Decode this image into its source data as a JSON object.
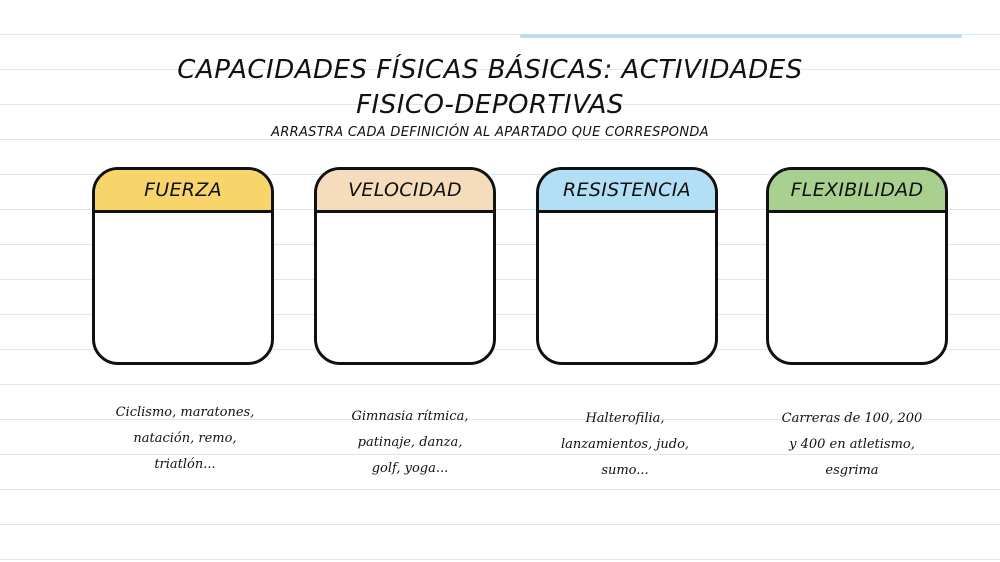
{
  "title_line1": "CAPACIDADES FÍSICAS BÁSICAS: ACTIVIDADES",
  "title_line2": "FISICO-DEPORTIVAS",
  "subtitle": "ARRASTRA CADA DEFINICIÓN AL APARTADO QUE CORRESPONDA",
  "categories": [
    {
      "label": "FUERZA",
      "color": "#f7d56b"
    },
    {
      "label": "VELOCIDAD",
      "color": "#f4dcbd"
    },
    {
      "label": "RESISTENCIA",
      "color": "#b3dff6"
    },
    {
      "label": "FLEXIBILIDAD",
      "color": "#a9d08e"
    }
  ],
  "items": [
    {
      "lines": [
        "Ciclismo, maratones,",
        "natación, remo,",
        "triatlón..."
      ]
    },
    {
      "lines": [
        "Gimnasia rítmica,",
        "patinaje, danza,",
        "golf, yoga..."
      ]
    },
    {
      "lines": [
        "Halterofilia,",
        "lanzamientos, judo,",
        "sumo..."
      ]
    },
    {
      "lines": [
        "Carreras de 100, 200",
        "y 400 en atletismo,",
        "esgrima"
      ]
    }
  ]
}
